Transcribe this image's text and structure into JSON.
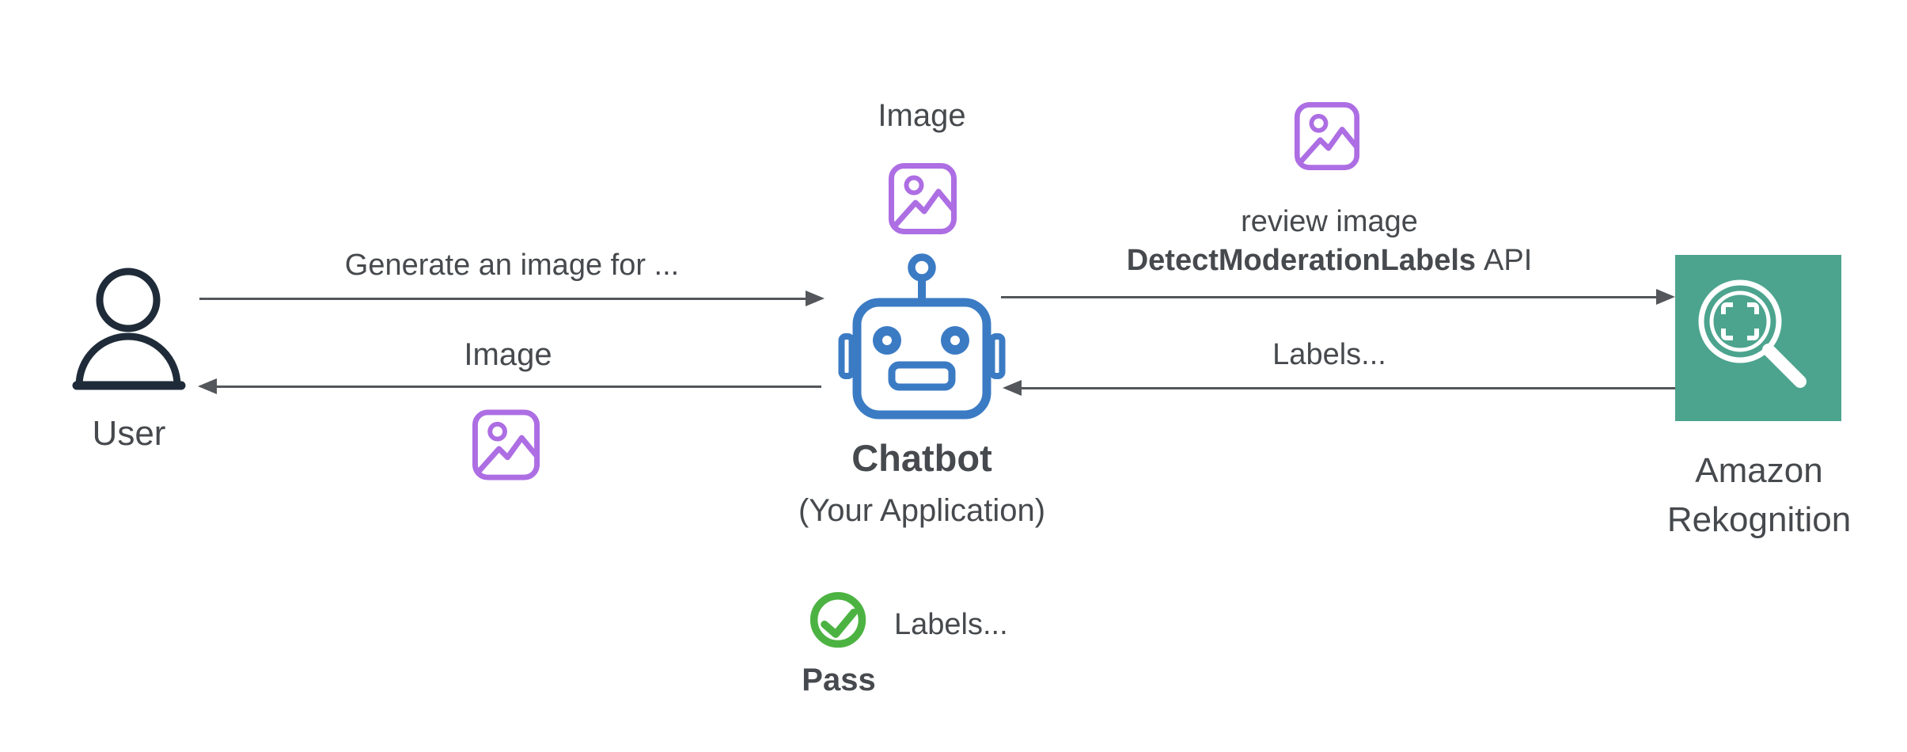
{
  "colors": {
    "text": "#46494d",
    "arrow": "#53565a",
    "user_icon": "#1f2b39",
    "robot_blue": "#3b7bc4",
    "image_purple": "#ad6ee3",
    "rekognition_teal": "#4ca48e",
    "check_green": "#4cb342"
  },
  "nodes": {
    "user": {
      "label": "User"
    },
    "chatbot": {
      "image_label": "Image",
      "title": "Chatbot",
      "subtitle": "(Your Application)"
    },
    "rekognition": {
      "name_line1": "Amazon",
      "name_line2": "Rekognition"
    }
  },
  "messages": {
    "generate_request": "Generate an image for ...",
    "image_response": "Image",
    "review_line": "review image",
    "api_name": "DetectModerationLabels",
    "api_suffix": "API",
    "labels_response": "Labels..."
  },
  "result": {
    "labels": "Labels...",
    "status": "Pass"
  }
}
